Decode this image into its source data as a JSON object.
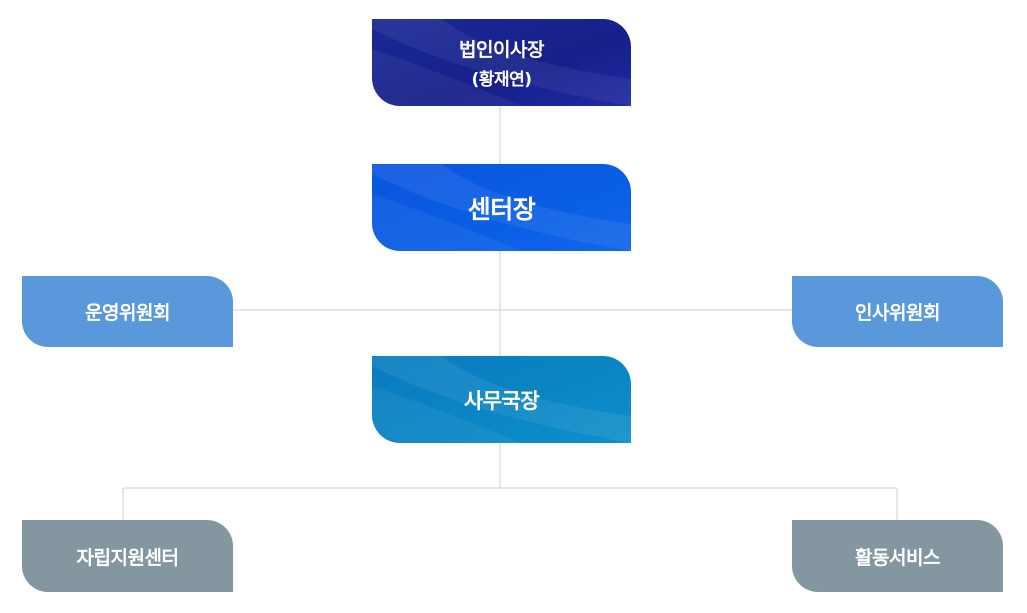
{
  "org_chart": {
    "chairman": {
      "title": "법인이사장",
      "name": "(황재연)"
    },
    "center_director": {
      "title": "센터장"
    },
    "operation_committee": {
      "title": "운영위원회"
    },
    "personnel_committee": {
      "title": "인사위원회"
    },
    "secretary_general": {
      "title": "사무국장"
    },
    "self_reliance_center": {
      "title": "자립지원센터"
    },
    "activity_service": {
      "title": "활동서비스"
    }
  },
  "colors": {
    "chairman": "#16208a",
    "center_director": "#0a5ee4",
    "secretary_general": "#0a86c4",
    "committees": "#5b97db",
    "departments": "#8497a0",
    "connector": "#cccccc"
  }
}
